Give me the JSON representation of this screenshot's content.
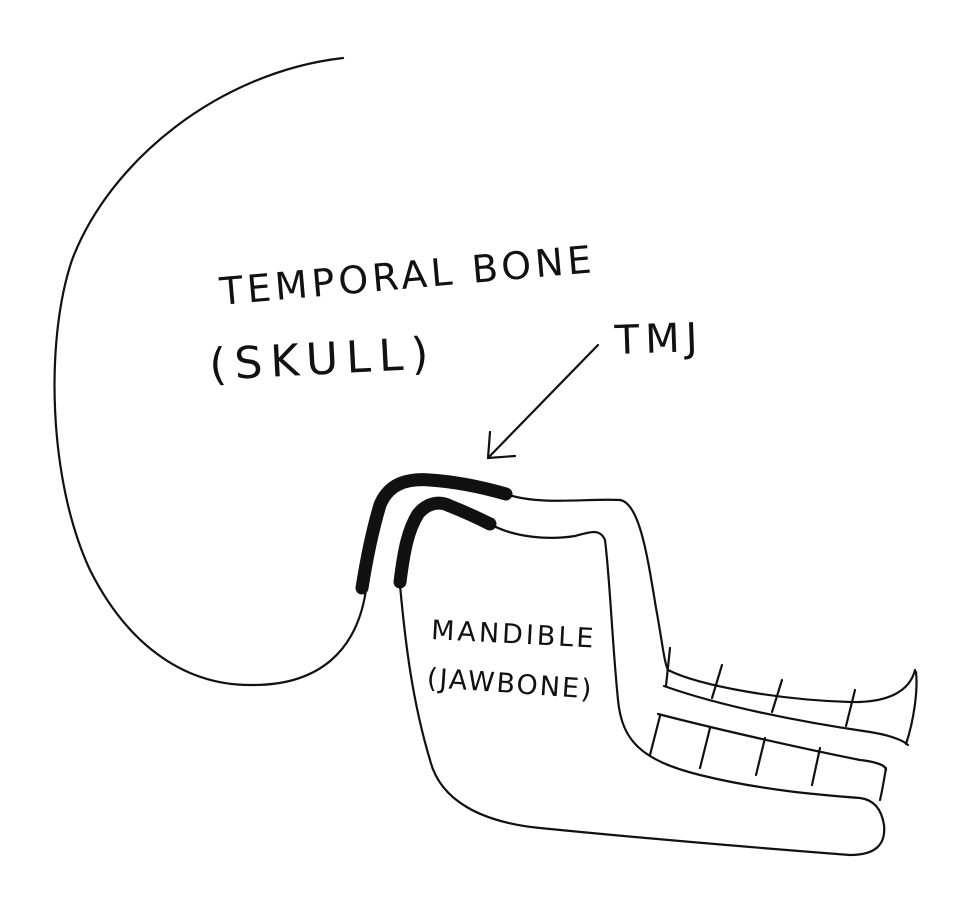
{
  "labels": {
    "temporal_bone": "TEMPORAL BONE",
    "skull": "(SKULL)",
    "tmj": "TMJ",
    "mandible": "MANDIBLE",
    "jawbone": "(JAWBONE)"
  },
  "colors": {
    "ink": "#111111",
    "paper": "#ffffff"
  }
}
